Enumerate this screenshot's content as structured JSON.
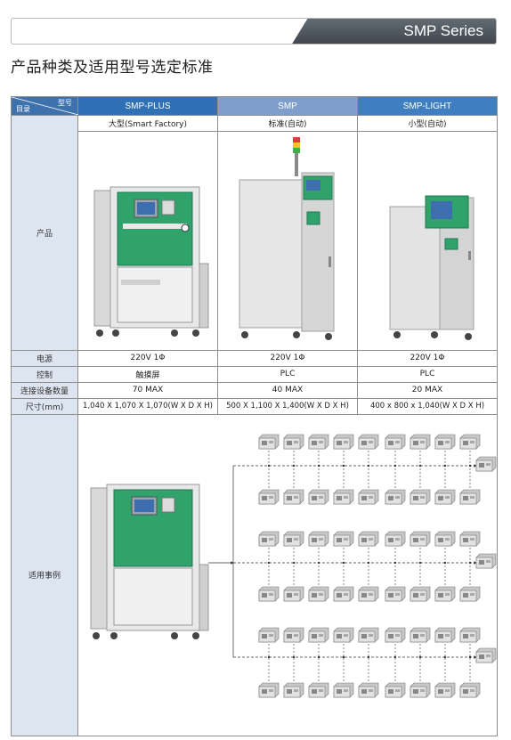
{
  "header": {
    "series": "SMP Series",
    "page_title": "产品种类及适用型号选定标准"
  },
  "table": {
    "corner_top": "型号",
    "corner_bottom": "目录",
    "columns": [
      "SMP-PLUS",
      "SMP",
      "SMP-LIGHT"
    ],
    "types": [
      "大型(Smart Factory)",
      "标准(自动)",
      "小型(自动)"
    ],
    "row_labels": {
      "product": "产品",
      "power": "电源",
      "control": "控制",
      "connections": "连接设备数量",
      "size": "尺寸(mm)",
      "application": "适用事例"
    },
    "power": [
      "220V 1Φ",
      "220V 1Φ",
      "220V 1Φ"
    ],
    "control": [
      "触摸屏",
      "PLC",
      "PLC"
    ],
    "connections": [
      "70 MAX",
      "40 MAX",
      "20 MAX"
    ],
    "size": [
      "1,040 X 1,070 X 1,070(W X D X H)",
      "500 X 1,100 X 1,400(W X D X H)",
      "400 x 800 x 1,040(W X D X H)"
    ]
  },
  "colors": {
    "header_dark": "#3e454c",
    "col_plus": "#2f71b4",
    "col_smp": "#7e9fcb",
    "col_light": "#3f7fbf",
    "label_bg": "#dde5f1",
    "machine_green": "#2fa36b"
  },
  "icons": [
    "smp-plus-machine-image",
    "smp-machine-image",
    "smp-light-machine-image",
    "dryer-unit-icon"
  ]
}
